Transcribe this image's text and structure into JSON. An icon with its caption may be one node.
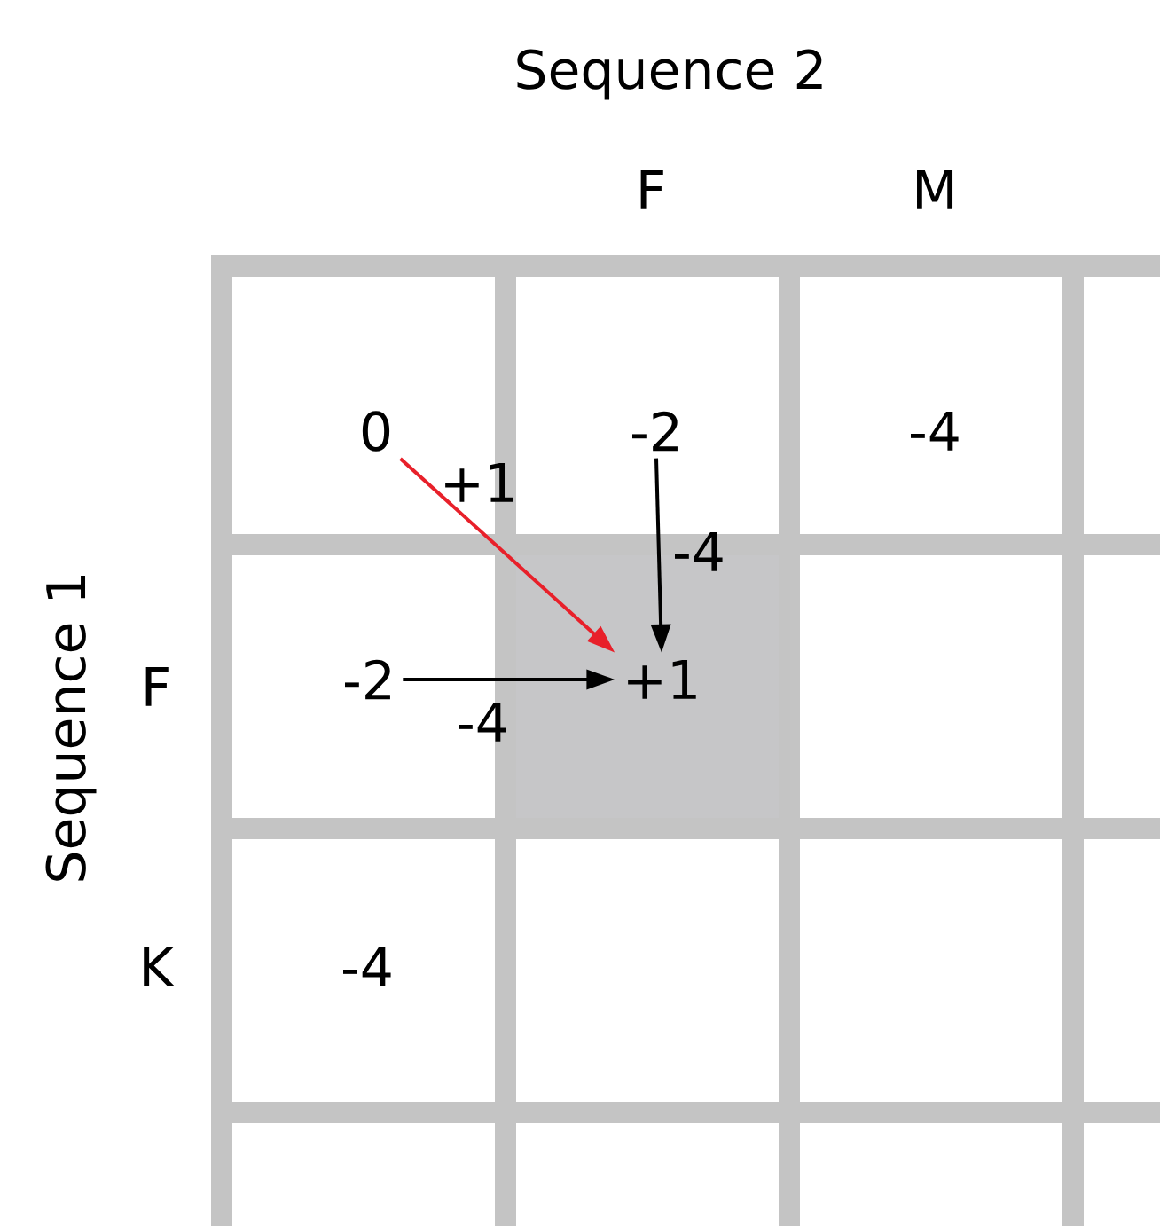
{
  "diagram": {
    "nodes": [
      {
        "text": [
          "0"
        ]
      },
      {
        "text": [
          "-2"
        ]
      },
      {
        "text": [
          "-4"
        ]
      },
      {
        "text": [
          "-2"
        ]
      },
      {
        "text": [
          "+1"
        ]
      },
      {
        "text": [
          "-4"
        ]
      }
    ],
    "edges": [
      {
        "from": 0,
        "to": 4,
        "arrow": "to",
        "label": "+1",
        "color": "#e8202a"
      },
      {
        "from": 1,
        "to": 4,
        "arrow": "to",
        "label": "-4"
      },
      {
        "from": 3,
        "to": 4,
        "arrow": "to",
        "label": "-4"
      }
    ],
    "labels": [
      "Sequence 2",
      "F",
      "M",
      "Sequence 1",
      "F",
      "K"
    ]
  }
}
